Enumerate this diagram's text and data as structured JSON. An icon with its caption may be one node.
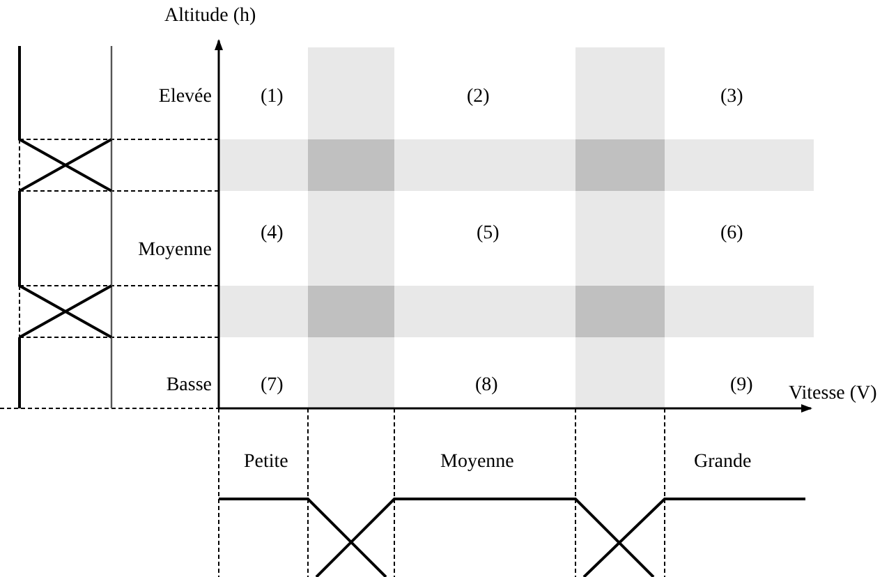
{
  "diagram": {
    "labels": [
      "Altitude (h)",
      "Elevée",
      "(1)",
      "(2)",
      "(3)",
      "Moyenne",
      "(4)",
      "(5)",
      "(6)",
      "Basse",
      "(7)",
      "(8)",
      "(9)",
      "Vitesse (V)",
      "Petite",
      "Moyenne",
      "Grande"
    ]
  }
}
